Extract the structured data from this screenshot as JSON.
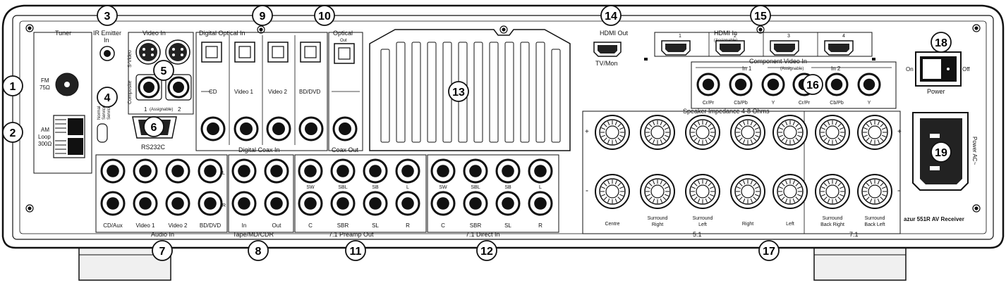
{
  "sections": {
    "tuner": "Tuner",
    "ir_emitter": "IR Emitter",
    "ir_in": "In",
    "video_in": "Video In",
    "s_video": "S-Video",
    "composite": "Composite",
    "assignable_num_1": "1",
    "assignable_word": "(Assignable)",
    "assignable_num_2": "2",
    "digital_optical_in": "Digital Optical In",
    "optical": "Optical",
    "optical_out": "Out",
    "coax_out": "Coax Out",
    "digital_coax_in": "Digital Coax In",
    "hdmi_out": "HDMI Out",
    "tv_mon": "TV/Mon",
    "hdmi_in": "HDMI In",
    "hdmi_in_assignable": "(Assignable)",
    "component_video_in": "Component Video In",
    "component_assignable": "(Assignable)",
    "speaker_impedance": "Speaker Impedance 4-8 Ohms",
    "rs232c": "RS232C",
    "power": "Power",
    "on": "On",
    "off": "Off",
    "power_ac": "Power AC~",
    "model": "azur 551R AV Receiver",
    "audio_in": "Audio In",
    "tape": "Tape/MD/CDR",
    "preamp_out": "7.1 Preamp Out",
    "direct_in": "7.1 Direct In",
    "five_one": "5.1",
    "seven_one": "7.1",
    "plus": "+",
    "minus": "-",
    "fm": "FM",
    "fm_ohm": "75Ω",
    "am": "AM",
    "loop": "Loop",
    "am_ohm": "300Ω",
    "normal_service": "Normal",
    "service_1": "Service 1",
    "service_2": "Service 2"
  },
  "digital_inputs": [
    "CD",
    "Video 1",
    "Video 2",
    "BD/DVD"
  ],
  "hdmi_inputs": [
    "1",
    "2",
    "3",
    "4"
  ],
  "component_in1_label": "In 1",
  "component_in2_label": "In 2",
  "component_labels": [
    "Cr/Pr",
    "Cb/Pb",
    "Y",
    "Cr/Pr",
    "Cb/Pb",
    "Y"
  ],
  "audio_in_labels": [
    "CD/Aux",
    "Video 1",
    "Video 2",
    "BD/DVD"
  ],
  "lr_labels": [
    "L",
    "R"
  ],
  "tape_labels": [
    "In",
    "Out"
  ],
  "preamp_top": [
    "SW",
    "SBL",
    "SB",
    "L"
  ],
  "preamp_bottom": [
    "C",
    "SBR",
    "SL",
    "R"
  ],
  "direct_top": [
    "SW",
    "SBL",
    "SB",
    "L"
  ],
  "direct_bottom": [
    "C",
    "SBR",
    "SL",
    "R"
  ],
  "speaker_labels_51": [
    "Centre",
    "Surround Right",
    "Surround Left",
    "Right",
    "Left"
  ],
  "speaker_labels_71": [
    "Surround Back Right",
    "Surround Back Left"
  ],
  "callouts": [
    "1",
    "2",
    "3",
    "4",
    "5",
    "6",
    "7",
    "8",
    "9",
    "10",
    "11",
    "12",
    "13",
    "14",
    "15",
    "16",
    "17",
    "18",
    "19"
  ]
}
